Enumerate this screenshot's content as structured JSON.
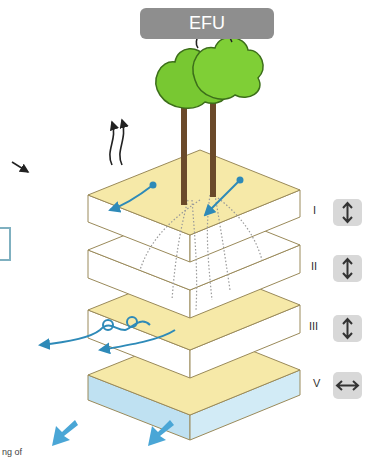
{
  "diagram": {
    "nodes": [
      {
        "text": [
          "EFU"
        ]
      }
    ],
    "labels": [
      "I",
      "II",
      "III",
      "V",
      "ng of"
    ]
  }
}
